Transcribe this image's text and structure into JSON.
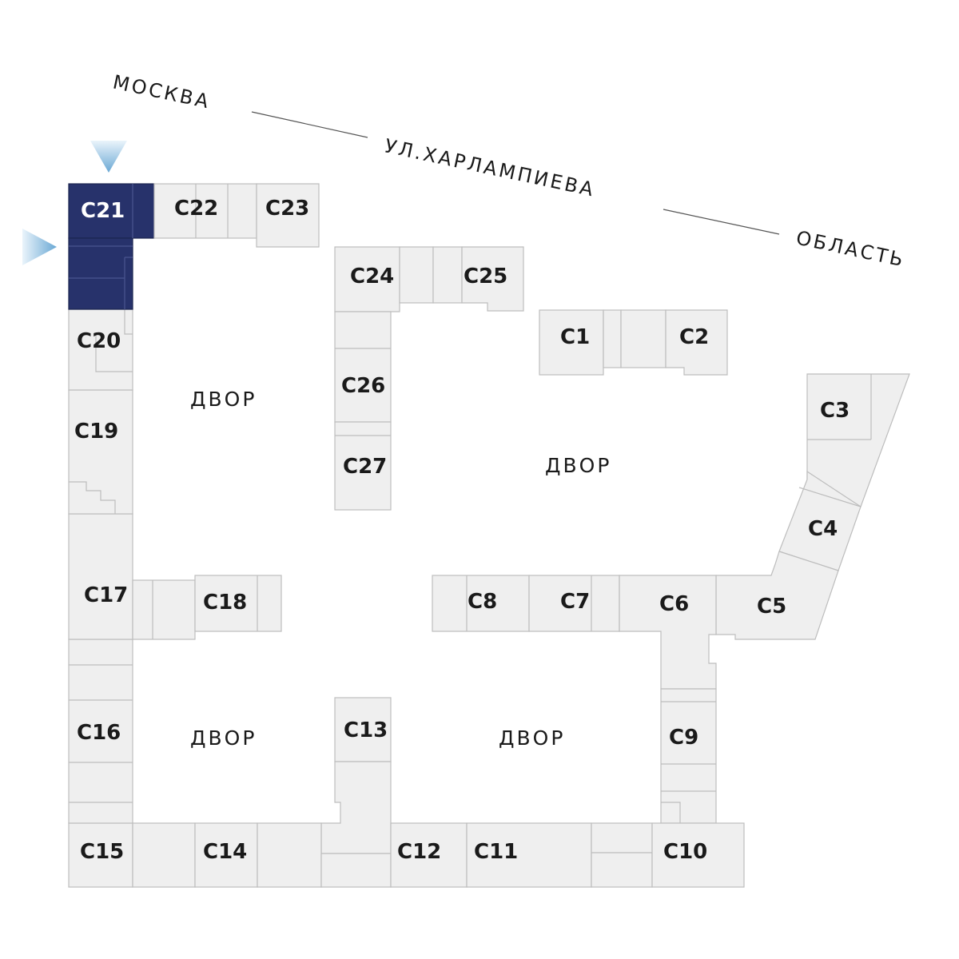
{
  "road": {
    "moscow": "МОСКВА",
    "street": "УЛ.ХАРЛАМПИЕВА",
    "region": "ОБЛАСТЬ"
  },
  "yard_label": "ДВОР",
  "selected_section": "С21",
  "colors": {
    "selected": "#27326b",
    "block": "#efefef",
    "pointer": "#7fb4d8"
  },
  "sections": {
    "c1": "С1",
    "c2": "С2",
    "c3": "С3",
    "c4": "С4",
    "c5": "С5",
    "c6": "С6",
    "c7": "С7",
    "c8": "С8",
    "c9": "С9",
    "c10": "С10",
    "c11": "С11",
    "c12": "С12",
    "c13": "С13",
    "c14": "С14",
    "c15": "С15",
    "c16": "С16",
    "c17": "С17",
    "c18": "С18",
    "c19": "С19",
    "c20": "С20",
    "c21": "С21",
    "c22": "С22",
    "c23": "С23",
    "c24": "С24",
    "c25": "С25",
    "c26": "С26",
    "c27": "С27"
  },
  "icons": {
    "pointer_top": "triangle-down-icon",
    "pointer_left": "triangle-right-icon"
  }
}
